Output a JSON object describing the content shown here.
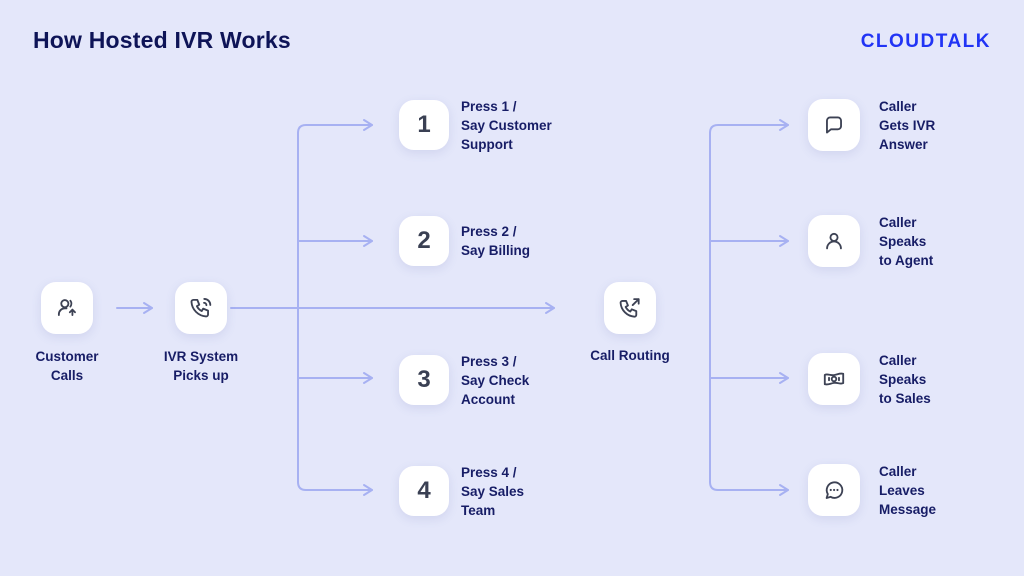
{
  "title": "How Hosted IVR Works",
  "logo": "CLOUDTALK",
  "colors": {
    "background": "#E4E7FA",
    "card": "#FFFFFF",
    "icon_stroke": "#3D4254",
    "label_text": "#171D66",
    "title_text": "#0E1457",
    "connector": "#A7B1F2",
    "logo_blue": "#2134F5"
  },
  "flow": {
    "start": {
      "icon": "user-arrow-up-icon",
      "label": "Customer\nCalls"
    },
    "ivr": {
      "icon": "phone-ringing-icon",
      "label": "IVR System\nPicks up"
    },
    "options": [
      {
        "number": "1",
        "label": "Press 1 /\nSay Customer\nSupport"
      },
      {
        "number": "2",
        "label": "Press 2 /\nSay Billing"
      },
      {
        "number": "3",
        "label": "Press 3 /\nSay Check\nAccount"
      },
      {
        "number": "4",
        "label": "Press 4 /\nSay Sales\nTeam"
      }
    ],
    "router": {
      "icon": "phone-outgoing-icon",
      "label": "Call Routing"
    },
    "outcomes": [
      {
        "icon": "speech-bubble-icon",
        "label": "Caller\nGets IVR\nAnswer"
      },
      {
        "icon": "user-icon",
        "label": "Caller\nSpeaks\nto Agent"
      },
      {
        "icon": "banknote-icon",
        "label": "Caller\nSpeaks\nto Sales"
      },
      {
        "icon": "message-dots-icon",
        "label": "Caller\nLeaves\nMessage"
      }
    ]
  }
}
